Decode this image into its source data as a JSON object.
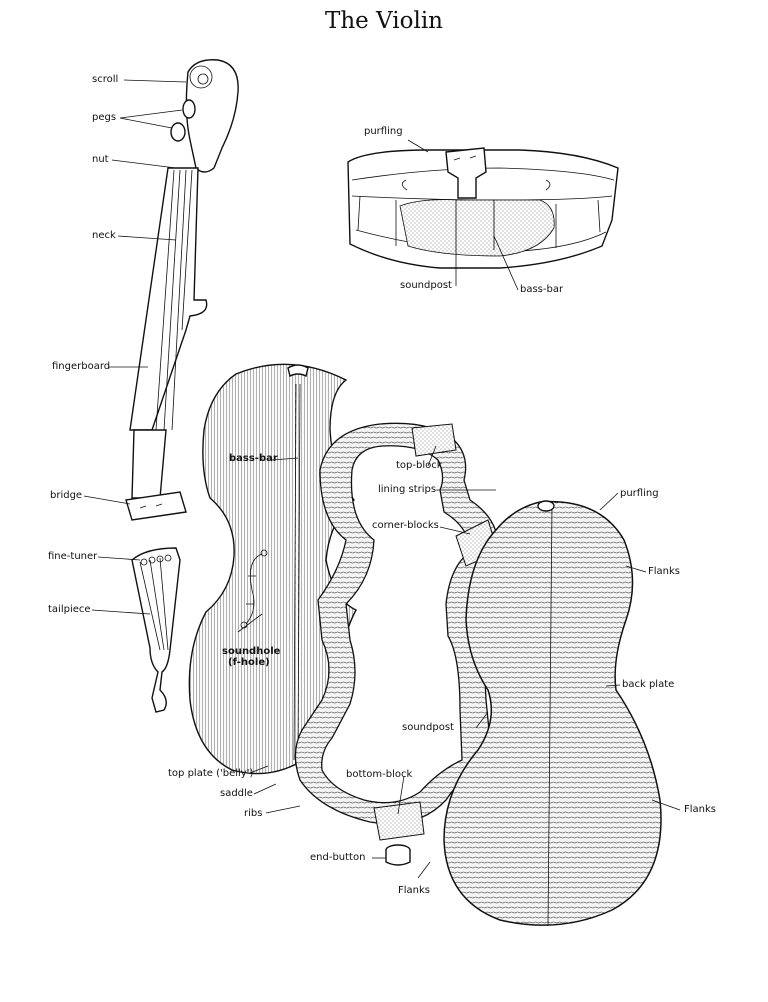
{
  "title": "The Violin",
  "labels": {
    "scroll": "scroll",
    "pegs": "pegs",
    "nut": "nut",
    "neck": "neck",
    "fingerboard": "fingerboard",
    "bridge": "bridge",
    "fine_tuner": "fine-tuner",
    "tailpiece": "tailpiece",
    "purfling_top": "purfling",
    "soundpost_top": "soundpost",
    "bass_bar_top": "bass-bar",
    "bass_bar_belly": "bass-bar",
    "soundhole_line1": "soundhole",
    "soundhole_line2": "(f-hole)",
    "top_plate": "top plate ('belly')",
    "saddle": "saddle",
    "ribs": "ribs",
    "top_block": "top-block",
    "lining_strips": "lining strips",
    "corner_blocks": "corner-blocks",
    "bottom_block": "bottom-block",
    "end_button": "end-button",
    "flanks_bottom": "Flanks",
    "purfling_right": "purfling",
    "flanks_right_top": "Flanks",
    "back_plate": "back plate",
    "soundpost_back": "soundpost",
    "flanks_right_bottom": "Flanks"
  }
}
